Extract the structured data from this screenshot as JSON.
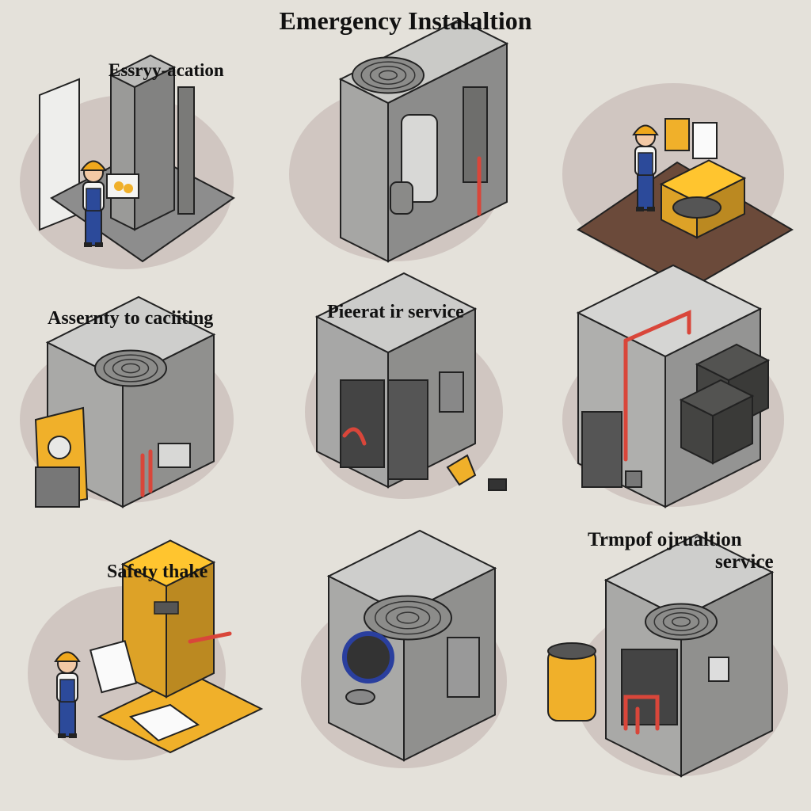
{
  "title": "Emergency Instalaltion",
  "panels": [
    {
      "label": "Essryy-acation"
    },
    {
      "label": ""
    },
    {
      "label": ""
    },
    {
      "label": "Assernty to caciiting"
    },
    {
      "label": "Pieerat ir service"
    },
    {
      "label": ""
    },
    {
      "label": "Safety thake"
    },
    {
      "label": ""
    },
    {
      "label": "Trmpof ojrualtion",
      "label2": "service"
    }
  ],
  "colors": {
    "background": "#e4e1da",
    "blob": "#c9bcb8",
    "unit_gray": "#b9b9b6",
    "accent_yellow": "#f0b02a",
    "pipe_red": "#d9463a",
    "worker_blue": "#2c4a9a",
    "hardhat": "#f0a81c",
    "floor_brown": "#6b4a3a"
  }
}
